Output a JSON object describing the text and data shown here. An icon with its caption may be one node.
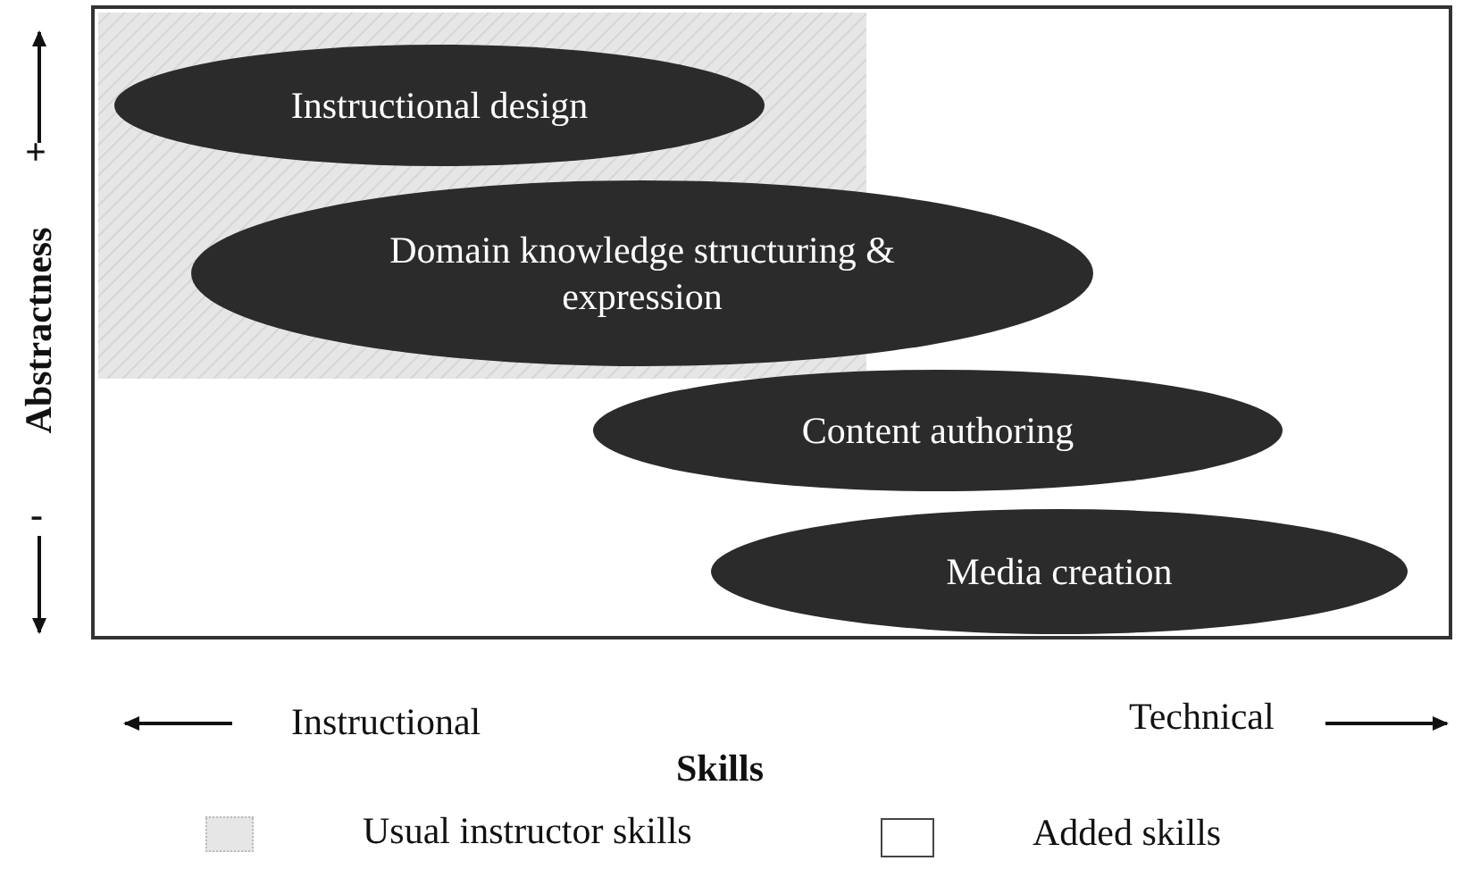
{
  "diagram": {
    "nodes": [
      {
        "text": [
          "Instructional design"
        ]
      },
      {
        "text": [
          "Domain knowledge structuring & expression"
        ]
      },
      {
        "text": [
          "Content authoring"
        ]
      },
      {
        "text": [
          "Media creation"
        ]
      }
    ],
    "labels": [
      "+",
      "Abstractness",
      "-",
      "Instructional",
      "Technical",
      "Skills"
    ],
    "legend": [
      {
        "text": "Usual instructor skills",
        "color": "#e6e6e6"
      },
      {
        "text": "Added skills",
        "color": "#ffffff"
      }
    ]
  }
}
